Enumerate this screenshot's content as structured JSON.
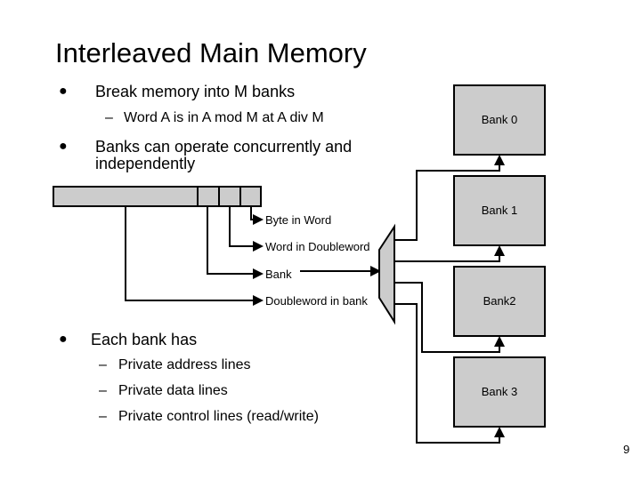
{
  "slide": {
    "title": "Interleaved Main Memory",
    "bullets": [
      {
        "text": "Break memory into M banks",
        "subs": [
          "Word A is in A mod M at A div M"
        ]
      },
      {
        "text": "Banks can operate concurrently and",
        "text2": "independently",
        "subs": []
      },
      {
        "text": "Each bank has",
        "subs": [
          "Private address lines",
          "Private data lines",
          "Private control lines (read/write)"
        ]
      }
    ],
    "bullet_glyph": "●",
    "dash_glyph": "–",
    "page_number": "9"
  },
  "diagram": {
    "address_fields": [
      "Byte in Word",
      "Word in Doubleword",
      "Bank",
      "Doubleword in bank"
    ],
    "banks": [
      "Bank 0",
      "Bank 1",
      "Bank2",
      "Bank 3"
    ],
    "fill_color": "#cccccc",
    "line_color": "#000000"
  }
}
